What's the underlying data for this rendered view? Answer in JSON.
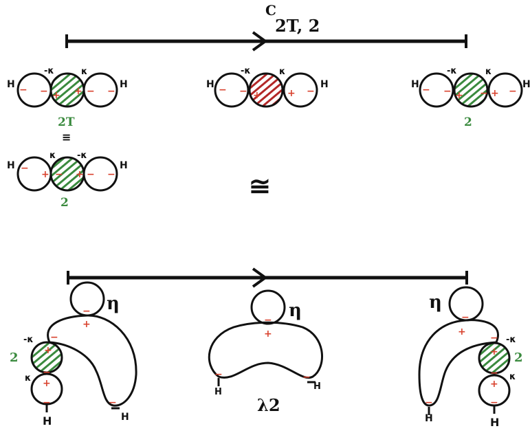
{
  "colors": {
    "ink": "#111111",
    "green": "#3a8a3e",
    "red": "#d9432f",
    "darkred": "#b22727",
    "background": "#ffffff"
  },
  "top": {
    "arrow_label": "C",
    "arrow_sub": "2T, 2",
    "atom_H": "H",
    "kappa": "κ",
    "neg_kappa": "-κ",
    "left_label": "2T",
    "equiv": "≡",
    "right_label": "2",
    "lower_label": "2",
    "big_equiv": "≅"
  },
  "bottom": {
    "eta": "η",
    "lambda_label": "λ2",
    "left_label": "2",
    "right_label": "2",
    "kappa": "κ",
    "neg_kappa": "-κ",
    "atom_H": "H"
  },
  "signs": {
    "plus": "+",
    "minus": "−"
  }
}
